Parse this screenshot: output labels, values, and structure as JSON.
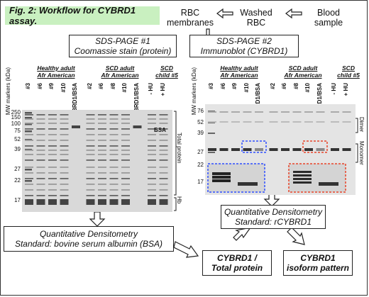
{
  "title": "Fig. 2: Workflow for CYBRD1 assay.",
  "flow": {
    "blood_sample": [
      "Blood",
      "sample"
    ],
    "washed_rbc": [
      "Washed",
      "RBC"
    ],
    "rbc_membranes": [
      "RBC",
      "membranes"
    ]
  },
  "boxes": {
    "sds1": [
      "SDS-PAGE #1",
      "Coomassie stain (protein)"
    ],
    "sds2": [
      "SDS-PAGE #2",
      "Immunoblot (CYBRD1)"
    ],
    "dens_left": [
      "Quantitative Densitometry",
      "Standard: bovine serum albumin (BSA)"
    ],
    "dens_right": [
      "Quantitative Densitometry",
      "Standard: rCYBRD1"
    ],
    "result1": [
      "CYBRD1 /",
      "Total protein"
    ],
    "result2": [
      "CYBRD1",
      "isoform pattern"
    ]
  },
  "left_gel": {
    "mw_axis_label": [
      "MW markers",
      "(kDa)"
    ],
    "groups": [
      [
        "Healthy adult",
        "Afr American"
      ],
      [
        "SCD adult",
        "Afr American"
      ],
      [
        "SCD",
        "child #5"
      ]
    ],
    "lanes": [
      "#3",
      "#6",
      "#9",
      "#10",
      "rCYBRD1/BSA",
      "#2",
      "#6",
      "#8",
      "#10",
      "rCYBRD1/BSA",
      "- HU",
      "+ HU"
    ],
    "mw": [
      "250",
      "150",
      "100",
      "75",
      "52",
      "39",
      "27",
      "22",
      "17"
    ],
    "bsa_label": "BSA",
    "side_labels": [
      "Total protein",
      "Hb"
    ]
  },
  "right_gel": {
    "mw_axis_label": [
      "MW markers",
      "(kDa)"
    ],
    "groups": [
      [
        "Healthy adult",
        "Afr American"
      ],
      [
        "SCD adult",
        "Afr American"
      ],
      [
        "SCD",
        "child #5"
      ]
    ],
    "lanes": [
      "#3",
      "#6",
      "#9",
      "#10",
      "rCYBRD1/BSA",
      "#2",
      "#6",
      "#8",
      "#10",
      "rCYBRD1/BSA",
      "- HU",
      "+ HU"
    ],
    "mw": [
      "76",
      "52",
      "39",
      "27",
      "22",
      "17"
    ],
    "side_labels": [
      "Dimer",
      "Monomer"
    ]
  },
  "colors": {
    "title_bg": "#c9f0c0",
    "blue_zoom": "#2f4fff",
    "red_zoom": "#e8452a",
    "gel_bg": "#d9d9d9"
  }
}
